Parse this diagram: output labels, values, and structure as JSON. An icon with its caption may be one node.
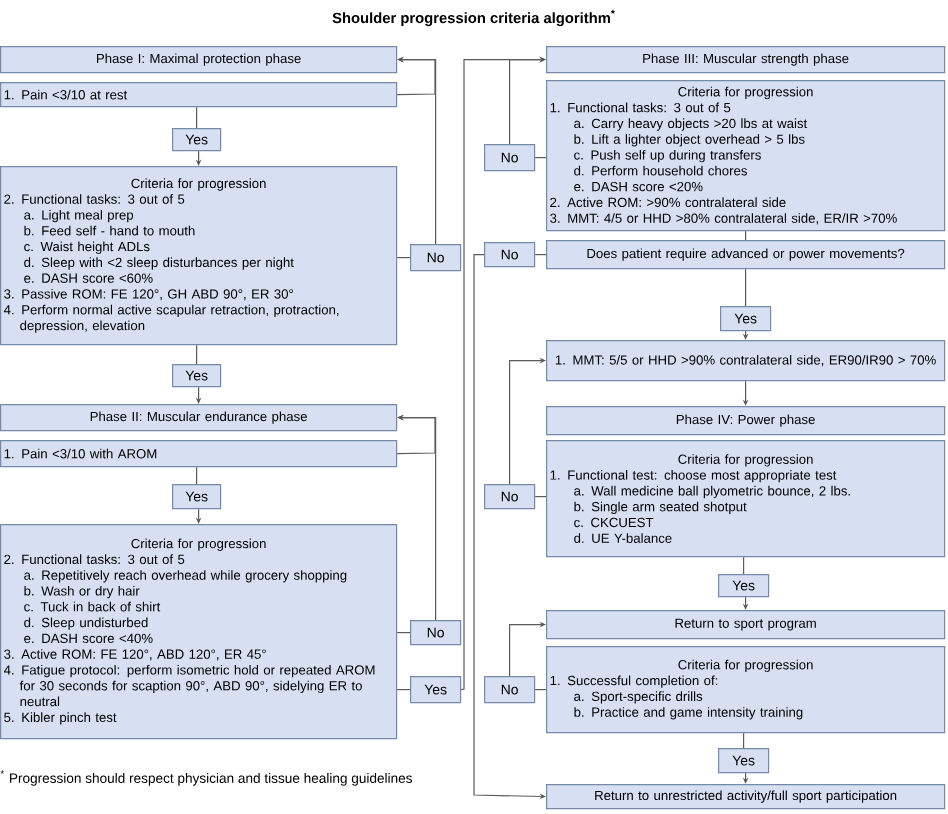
{
  "diagram": {
    "title": "Shoulder progression criteria algorithm$^{*}$",
    "nodes": [
      {
        "text": [
          "Phase I: Maximal protection phase"
        ]
      },
      {
        "text": [
          "1. Pain <3/10 at rest"
        ]
      },
      {
        "text": [
          "Yes"
        ]
      },
      {
        "text": [
          "Criteria for progression",
          "2. Functional tasks: 3 out of 5",
          "a. Light meal prep",
          "b. Feed self - hand to mouth",
          "c. Waist height ADLs",
          "d. Sleep with <2 sleep disturbances per night",
          "e. DASH score <60%",
          "3. Passive ROM: FE 120°, GH ABD 90°, ER 30°",
          "4. Perform normal active scapular retraction, protraction, depression, elevation"
        ]
      },
      {
        "text": [
          "No"
        ]
      },
      {
        "text": [
          "Yes"
        ]
      },
      {
        "text": [
          "Phase II: Muscular endurance phase"
        ]
      },
      {
        "text": [
          "1. Pain <3/10 with AROM"
        ]
      },
      {
        "text": [
          "Yes"
        ]
      },
      {
        "text": [
          "Criteria for progression",
          "2. Functional tasks: 3 out of 5",
          "a. Repetitively reach overhead while grocery shopping",
          "b. Wash or dry hair",
          "c. Tuck in back of shirt",
          "d. Sleep undisturbed",
          "e. DASH score <40%",
          "3. Active ROM: FE 120°, ABD 120°, ER 45°",
          "4. Fatigue protocol: perform isometric hold or repeated AROM for 30 seconds for scaption 90°, ABD 90°, sidelying ER to neutral",
          "5. Kibler pinch test"
        ]
      },
      {
        "text": [
          "No"
        ]
      },
      {
        "text": [
          "Yes"
        ]
      },
      {
        "text": [
          "Phase III: Muscular strength phase"
        ]
      },
      {
        "text": [
          "Criteria for progression",
          "1. Functional tasks: 3 out of 5",
          "a. Carry heavy objects >20 lbs at waist",
          "b. Lift a lighter object overhead > 5 lbs",
          "c. Push self up during transfers",
          "d. Perform household chores",
          "e. DASH score <20%",
          "2. Active ROM: >90% contralateral side",
          "3. MMT: 4/5 or HHD >80% contralateral side, ER/IR >70%"
        ]
      },
      {
        "text": [
          "No"
        ]
      },
      {
        "text": [
          "Does patient require advanced or power movements?"
        ]
      },
      {
        "text": [
          "No"
        ]
      },
      {
        "text": [
          "Yes"
        ]
      },
      {
        "text": [
          "1. MMT: 5/5 or HHD >90% contralateral side, ER90/IR90 > 70%"
        ]
      },
      {
        "text": [
          "Phase IV: Power phase"
        ]
      },
      {
        "text": [
          "Criteria for progression",
          "1. Functional test: choose most appropriate test",
          "a. Wall medicine ball plyometric bounce, 2 lbs.",
          "b. Single arm seated shotput",
          "c. CKCUEST",
          "d. UE Y-balance"
        ]
      },
      {
        "text": [
          "No"
        ]
      },
      {
        "text": [
          "Yes"
        ]
      },
      {
        "text": [
          "Return to sport program"
        ]
      },
      {
        "text": [
          "Criteria for progression",
          "1. Successful completion of:",
          "a. Sport-specific drills",
          "b. Practice and game intensity training"
        ]
      },
      {
        "text": [
          "No"
        ]
      },
      {
        "text": [
          "Yes"
        ]
      },
      {
        "text": [
          "Return to unrestricted activity/full sport participation"
        ]
      }
    ],
    "edges": [
      {
        "from": 1,
        "to": 2,
        "arrow": "none"
      },
      {
        "from": 2,
        "to": 3,
        "arrow": "to"
      },
      {
        "from": 3,
        "to": 4,
        "arrow": "none"
      },
      {
        "from": 4,
        "to": 0,
        "arrow": "to"
      },
      {
        "from": 1,
        "to": 0,
        "arrow": "to"
      },
      {
        "from": 3,
        "to": 5,
        "arrow": "none"
      },
      {
        "from": 5,
        "to": 6,
        "arrow": "to"
      },
      {
        "from": 7,
        "to": 8,
        "arrow": "none"
      },
      {
        "from": 8,
        "to": 9,
        "arrow": "to"
      },
      {
        "from": 9,
        "to": 10,
        "arrow": "none"
      },
      {
        "from": 10,
        "to": 6,
        "arrow": "to"
      },
      {
        "from": 7,
        "to": 6,
        "arrow": "to"
      },
      {
        "from": 9,
        "to": 11,
        "arrow": "none"
      },
      {
        "from": 11,
        "to": 12,
        "arrow": "to"
      },
      {
        "from": 13,
        "to": 14,
        "arrow": "none"
      },
      {
        "from": 14,
        "to": 12,
        "arrow": "to"
      },
      {
        "from": 13,
        "to": 15,
        "arrow": "none"
      },
      {
        "from": 15,
        "to": 16,
        "arrow": "none"
      },
      {
        "from": 16,
        "to": 27,
        "arrow": "to"
      },
      {
        "from": 15,
        "to": 17,
        "arrow": "none"
      },
      {
        "from": 17,
        "to": 18,
        "arrow": "to"
      },
      {
        "from": 18,
        "to": 19,
        "arrow": "to"
      },
      {
        "from": 20,
        "to": 21,
        "arrow": "none"
      },
      {
        "from": 21,
        "to": 18,
        "arrow": "to"
      },
      {
        "from": 20,
        "to": 22,
        "arrow": "none"
      },
      {
        "from": 22,
        "to": 23,
        "arrow": "to"
      },
      {
        "from": 24,
        "to": 25,
        "arrow": "none"
      },
      {
        "from": 25,
        "to": 23,
        "arrow": "to"
      },
      {
        "from": 24,
        "to": 26,
        "arrow": "none"
      },
      {
        "from": 26,
        "to": 27,
        "arrow": "to"
      }
    ],
    "labels": [
      "$^{*}$ Progression should respect physician and tissue healing guidelines"
    ]
  }
}
